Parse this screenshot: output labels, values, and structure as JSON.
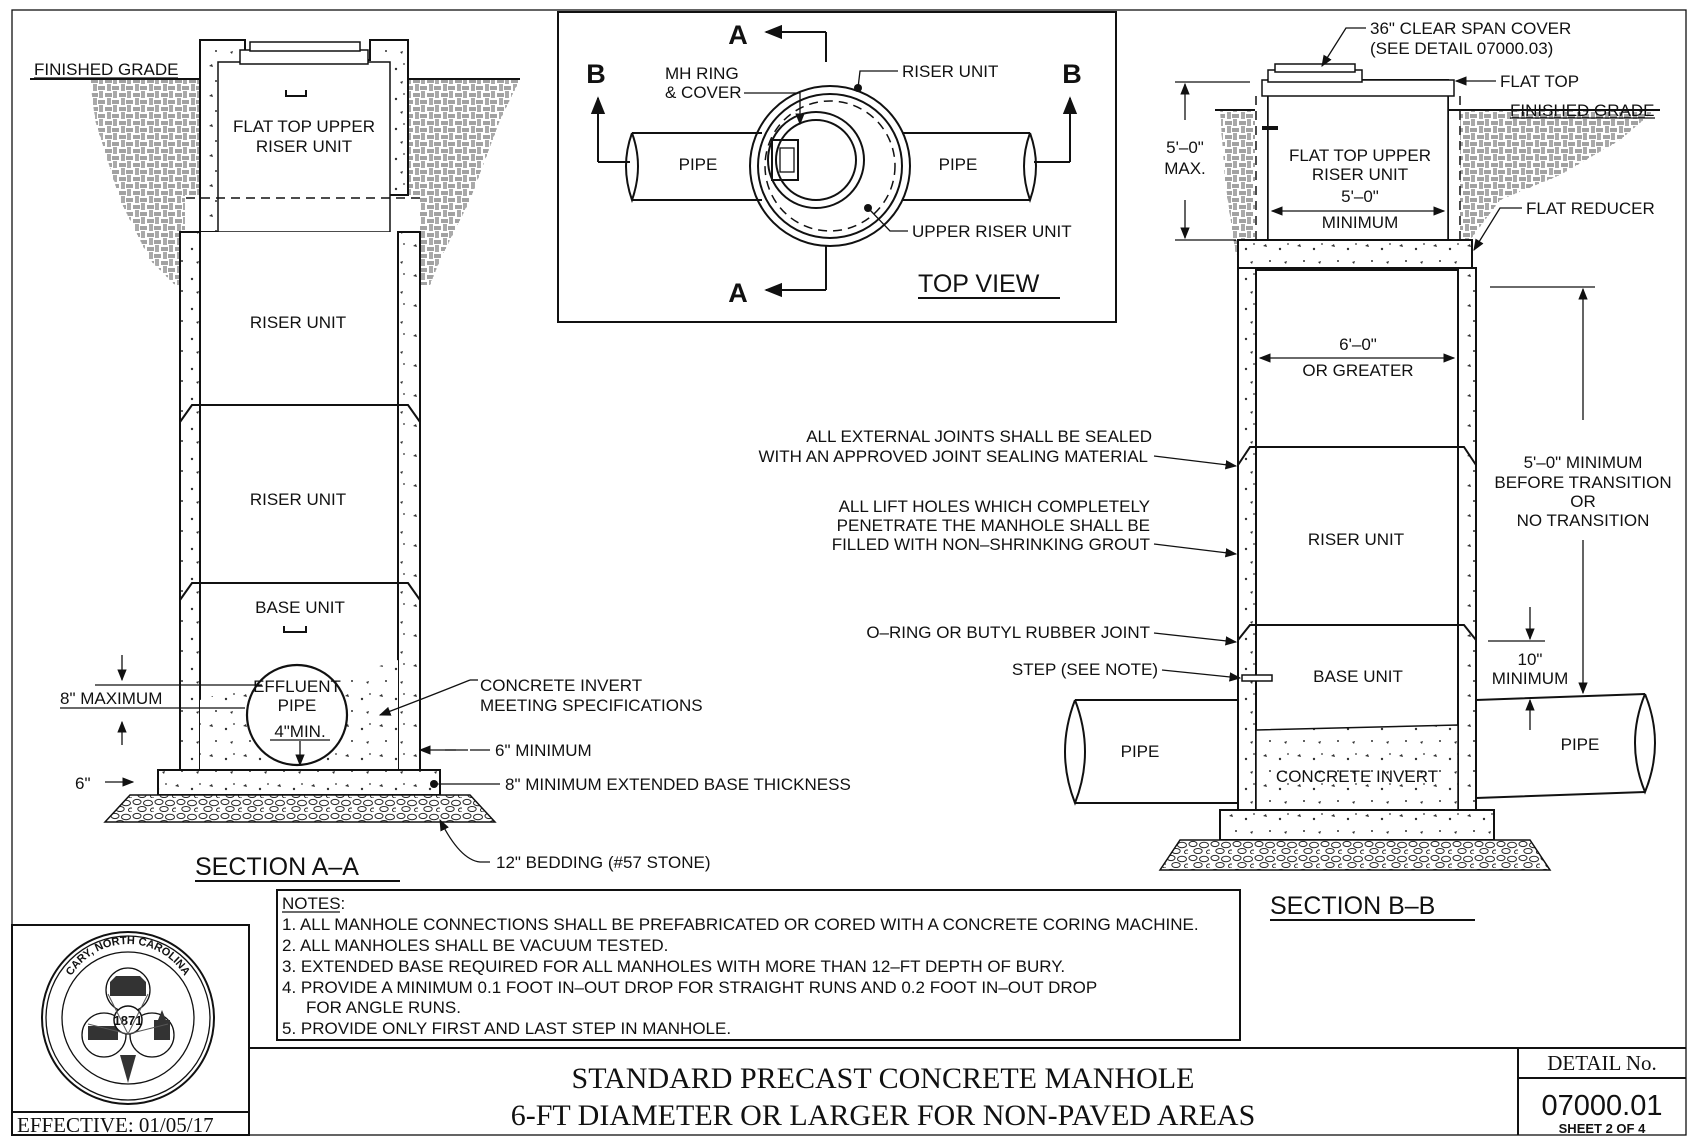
{
  "top_view": {
    "title": "TOP VIEW",
    "section_a_marker": "A",
    "section_b_marker": "B",
    "mh_ring_cover": [
      "MH RING",
      "& COVER"
    ],
    "riser_unit": "RISER UNIT",
    "upper_riser_unit": "UPPER RISER UNIT",
    "pipe_left": "PIPE",
    "pipe_right": "PIPE"
  },
  "section_aa": {
    "title": "SECTION A–A",
    "finished_grade": "FINISHED GRADE",
    "flat_top_upper_riser": [
      "FLAT TOP UPPER",
      "RISER UNIT"
    ],
    "riser_unit_1": "RISER UNIT",
    "riser_unit_2": "RISER UNIT",
    "base_unit": "BASE UNIT",
    "effluent_pipe": [
      "EFFLUENT",
      "PIPE"
    ],
    "min_4": "4\"MIN.",
    "max_8": "8\" MAXIMUM",
    "six_inch": "6\"",
    "concrete_invert": [
      "CONCRETE INVERT",
      "MEETING SPECIFICATIONS"
    ],
    "six_minimum": "6\" MINIMUM",
    "extended_base": "8\" MINIMUM EXTENDED BASE THICKNESS",
    "bedding": "12\" BEDDING (#57 STONE)"
  },
  "section_bb": {
    "title": "SECTION B–B",
    "cover_note": [
      "36\" CLEAR SPAN COVER",
      "(SEE DETAIL 07000.03)"
    ],
    "flat_top": "FLAT TOP",
    "finished_grade": "FINISHED GRADE",
    "max_5": [
      "5'–0\"",
      "MAX."
    ],
    "flat_top_upper_riser": [
      "FLAT TOP UPPER",
      "RISER UNIT"
    ],
    "min_5": [
      "5'–0\"",
      "MINIMUM"
    ],
    "flat_reducer": "FLAT REDUCER",
    "six_ft": [
      "6'–0\"",
      "OR GREATER"
    ],
    "external_joints": [
      "ALL EXTERNAL JOINTS SHALL BE SEALED",
      "WITH AN APPROVED JOINT SEALING MATERIAL"
    ],
    "lift_holes": [
      "ALL LIFT HOLES WHICH COMPLETELY",
      "PENETRATE THE MANHOLE SHALL BE",
      "FILLED WITH NON–SHRINKING GROUT"
    ],
    "transition": [
      "5'–0\" MINIMUM",
      "BEFORE TRANSITION",
      "OR",
      "NO TRANSITION"
    ],
    "riser_unit": "RISER UNIT",
    "oring": "O–RING OR BUTYL RUBBER JOINT",
    "step": "STEP (SEE NOTE)",
    "base_unit": "BASE UNIT",
    "ten_min": [
      "10\"",
      "MINIMUM"
    ],
    "pipe_left": "PIPE",
    "pipe_right": "PIPE",
    "concrete_invert": "CONCRETE INVERT"
  },
  "notes": {
    "heading": "NOTES:",
    "items": [
      "1. ALL MANHOLE CONNECTIONS SHALL BE PREFABRICATED OR CORED WITH A CONCRETE CORING MACHINE.",
      "2. ALL MANHOLES SHALL BE VACUUM TESTED.",
      "3. EXTENDED BASE REQUIRED FOR ALL MANHOLES WITH MORE THAN 12–FT DEPTH OF BURY.",
      "4. PROVIDE A MINIMUM 0.1 FOOT IN–OUT DROP FOR STRAIGHT RUNS AND 0.2 FOOT IN–OUT DROP",
      "FOR ANGLE RUNS.",
      "5. PROVIDE ONLY FIRST AND LAST STEP IN MANHOLE."
    ]
  },
  "title_block": {
    "line1": "STANDARD PRECAST CONCRETE MANHOLE",
    "line2": "6-FT DIAMETER OR LARGER FOR NON-PAVED AREAS",
    "effective": "EFFECTIVE: 01/05/17",
    "detail_label": "DETAIL No.",
    "detail_number": "07000.01",
    "sheet": "SHEET 2 OF 4"
  },
  "seal": {
    "text": "CARY, NORTH CAROLINA",
    "year": "1871"
  }
}
